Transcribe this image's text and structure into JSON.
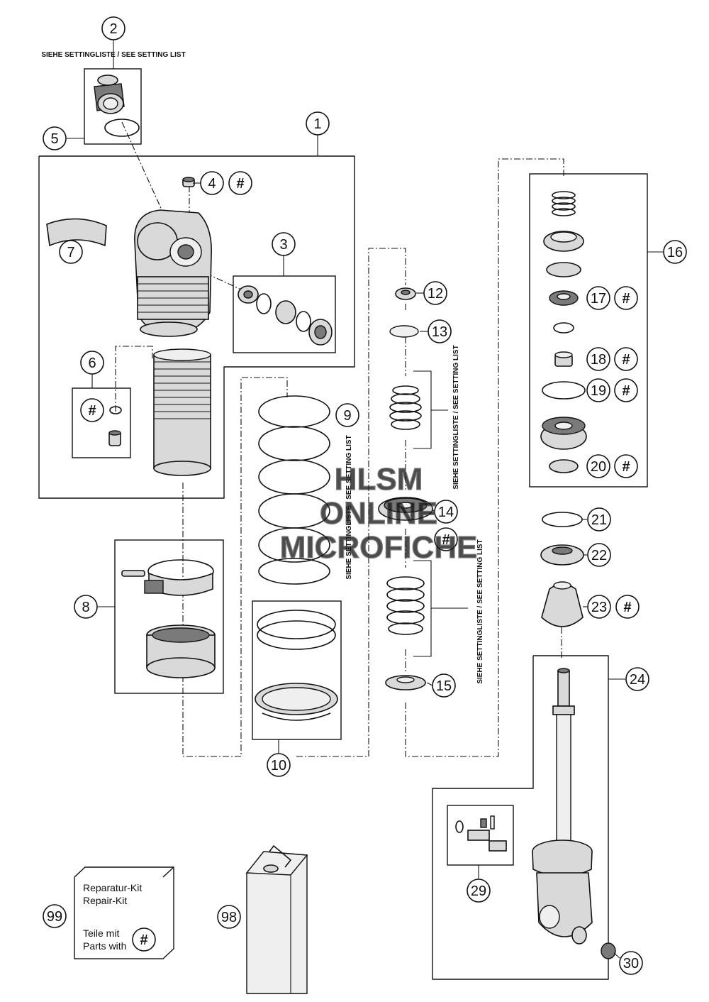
{
  "callouts": [
    "1",
    "2",
    "3",
    "4",
    "5",
    "6",
    "7",
    "8",
    "9",
    "10",
    "12",
    "13",
    "14",
    "15",
    "16",
    "17",
    "18",
    "19",
    "20",
    "21",
    "22",
    "23",
    "24",
    "29",
    "30",
    "98",
    "99"
  ],
  "hash_symbol": "#",
  "notes": {
    "setting_list": "SIEHE SETTINGLISTE / SEE SETTING LIST"
  },
  "kit_box": {
    "line1": "Reparatur-Kit",
    "line2": "Repair-Kit",
    "line3": "Teile mit",
    "line4": "Parts with"
  },
  "watermark": {
    "line1": "HLSM",
    "line2": "ONLINE",
    "line3": "MICROFICHE"
  }
}
